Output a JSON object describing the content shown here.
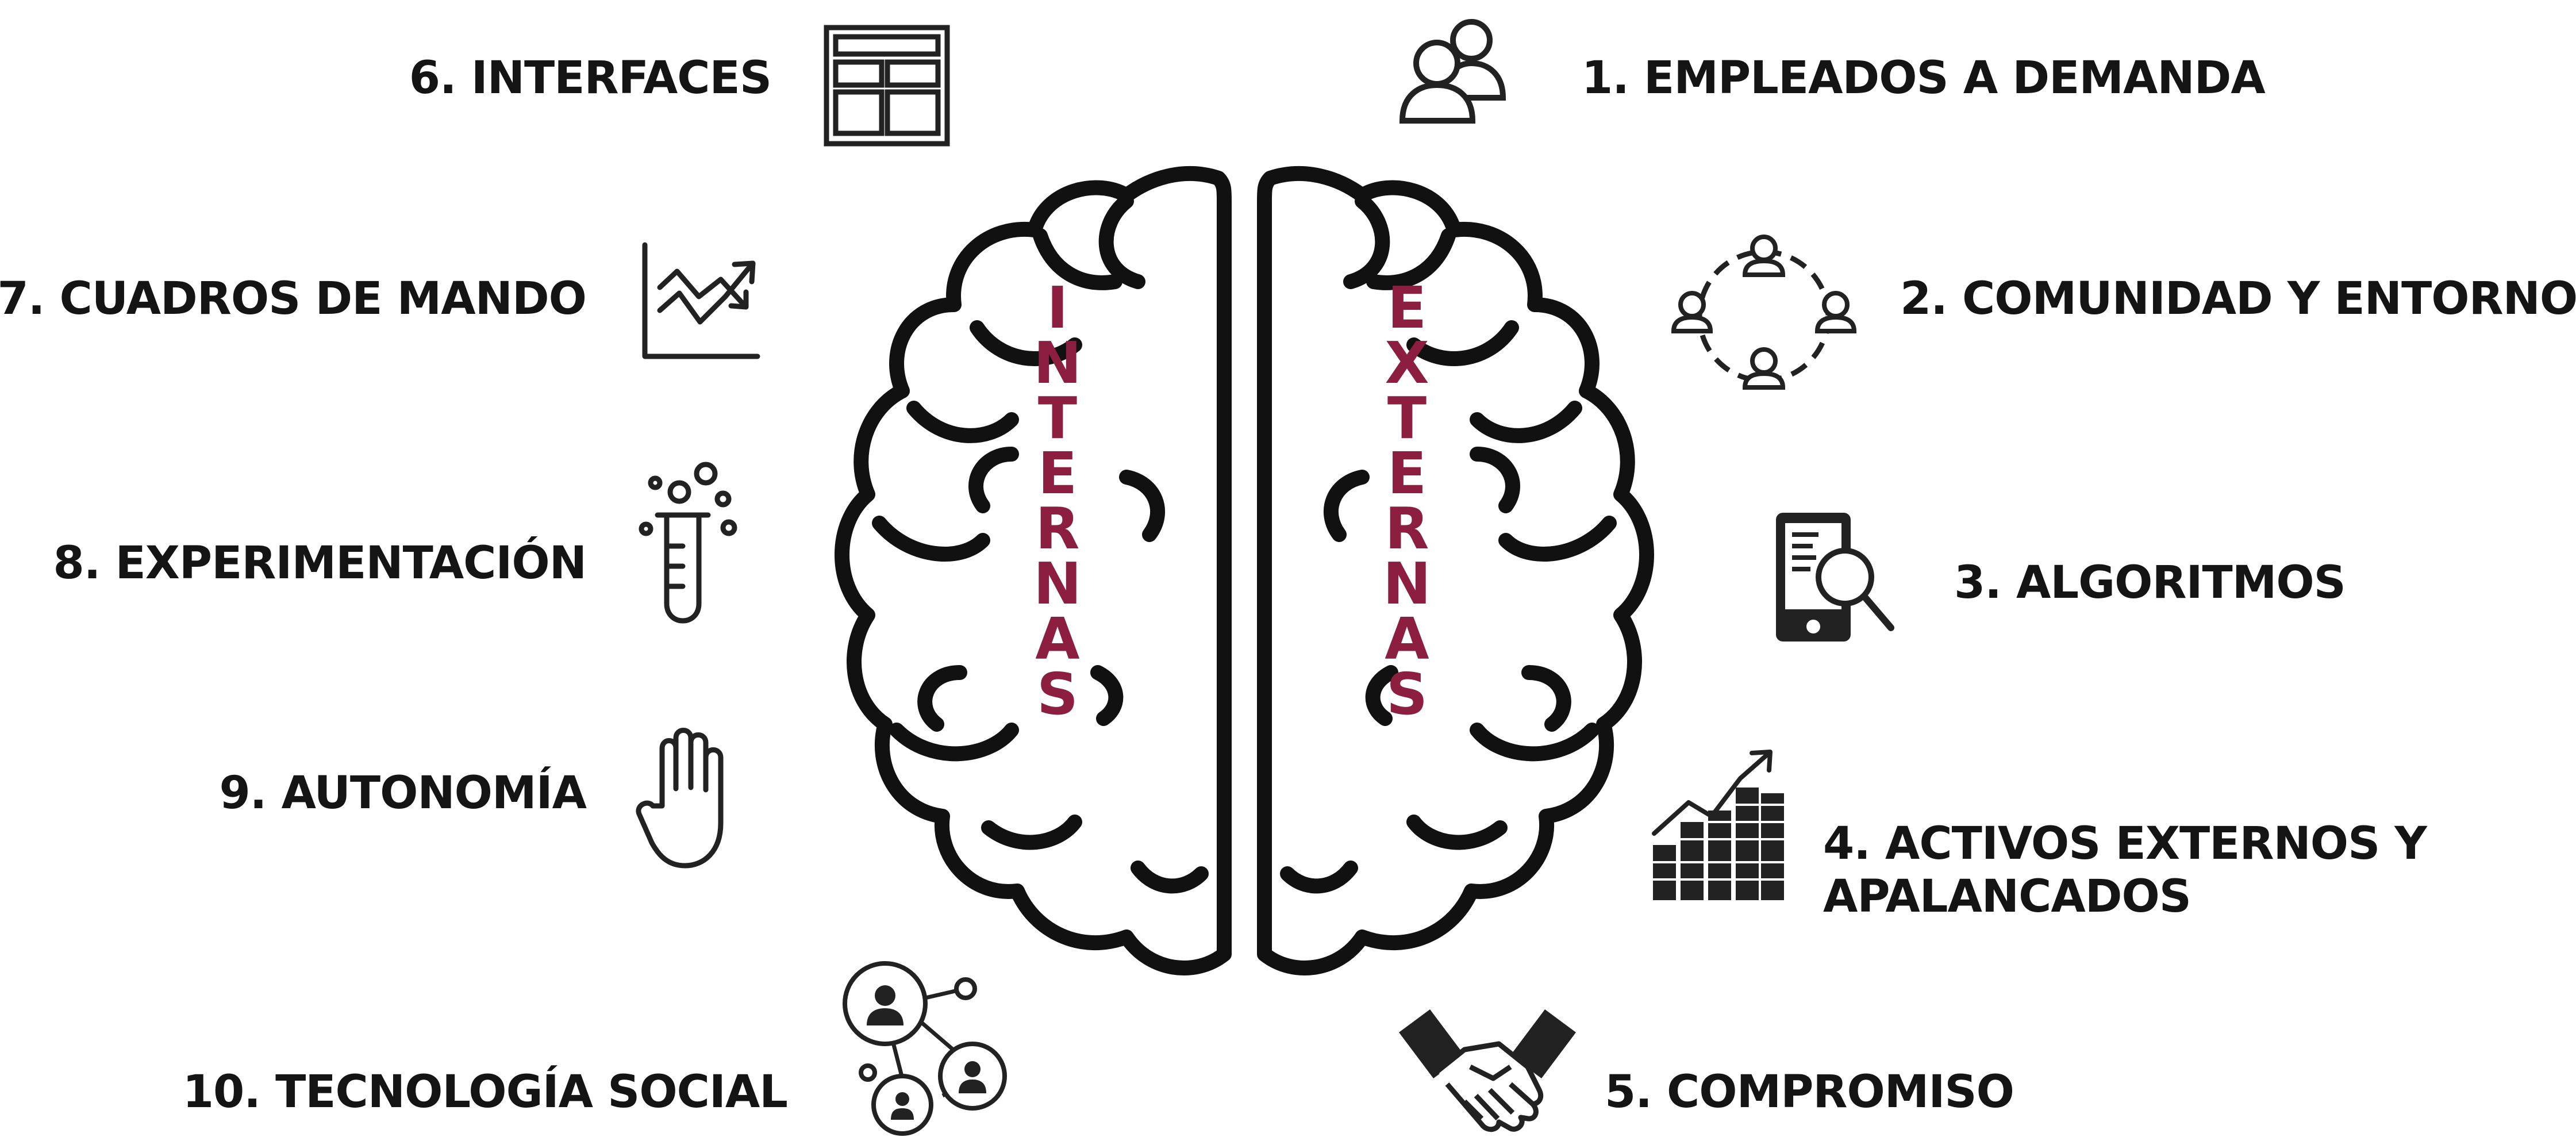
{
  "colors": {
    "accent": "#8c1f3f",
    "ink": "#141414"
  },
  "words": {
    "left": "INTERNAS",
    "right": "EXTERNAS"
  },
  "items": {
    "i1": {
      "label": "1. EMPLEADOS A DEMANDA",
      "icon": "people-icon"
    },
    "i2": {
      "label": "2. COMUNIDAD Y ENTORNO",
      "icon": "community-network-icon"
    },
    "i3": {
      "label": "3. ALGORITMOS",
      "icon": "tablet-search-icon"
    },
    "i4": {
      "label_line1": "4. ACTIVOS EXTERNOS Y",
      "label_line2": "APALANCADOS",
      "icon": "growth-chart-icon"
    },
    "i5": {
      "label": "5. COMPROMISO",
      "icon": "handshake-icon"
    },
    "i6": {
      "label": "6. INTERFACES",
      "icon": "interface-layout-icon"
    },
    "i7": {
      "label": "7. CUADROS DE MANDO",
      "icon": "dashboard-chart-icon"
    },
    "i8": {
      "label": "8. EXPERIMENTACIÓN",
      "icon": "test-tube-icon"
    },
    "i9": {
      "label": "9. AUTONOMÍA",
      "icon": "hand-icon"
    },
    "i10": {
      "label": "10. TECNOLOGÍA SOCIAL",
      "icon": "social-network-icon"
    }
  }
}
